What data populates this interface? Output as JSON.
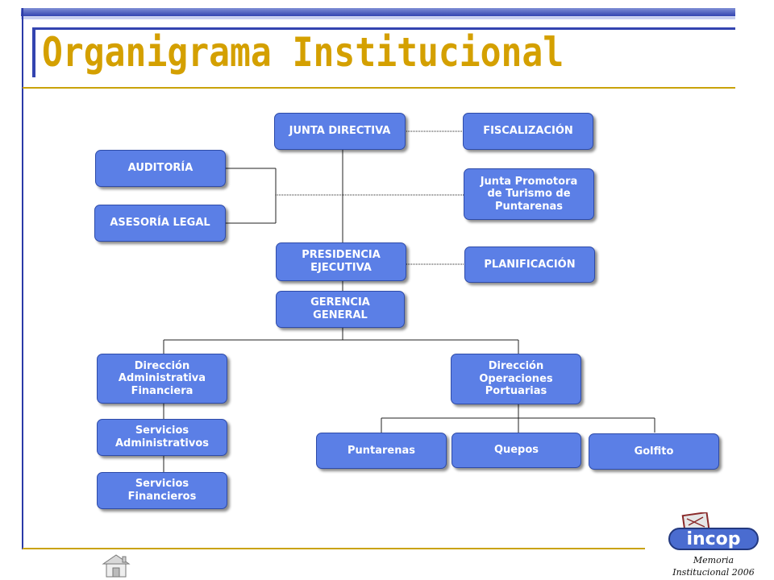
{
  "title": "Organigrama Institucional",
  "boxes": {
    "junta_directiva": "JUNTA DIRECTIVA",
    "fiscalizacion": "FISCALIZACIÓN",
    "auditoria": "AUDITORÍA",
    "asesoria_legal": "ASESORÍA LEGAL",
    "junta_promotora": "Junta Promotora\nde Turismo de\nPuntarenas",
    "presidencia": "PRESIDENCIA\nEJECUTIVA",
    "planificacion": "PLANIFICACIÓN",
    "gerencia": "GERENCIA\nGENERAL",
    "dir_admin": "Dirección\nAdministrativa\nFinanciera",
    "dir_ops": "Dirección\nOperaciones\nPortuarias",
    "serv_admin": "Servicios\nAdministrativos",
    "serv_fin": "Servicios\nFinancieros",
    "puntarenas": "Puntarenas",
    "quepos": "Quepos",
    "golfito": "Golfito"
  },
  "logo_text": "incop",
  "caption_line1": "Memoria",
  "caption_line2": "Institucional 2006",
  "colors": {
    "box_fill": "#5b7fe6",
    "title": "#d4a000",
    "rule": "#c9a20a",
    "band": "#3344b0"
  },
  "icons": [
    "home-icon",
    "incop-logo"
  ]
}
